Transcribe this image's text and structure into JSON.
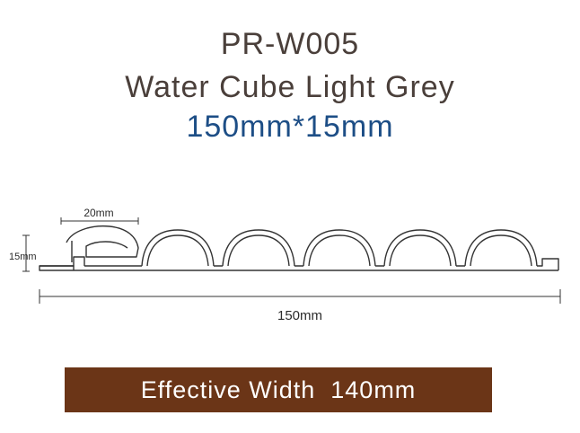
{
  "header": {
    "product_code": "PR-W005",
    "product_name": "Water Cube Light Grey",
    "dimensions": "150mm*15mm"
  },
  "diagram": {
    "width_label": "150mm",
    "height_label": "15mm",
    "groove_label": "20mm",
    "groove_count": 6
  },
  "banner": {
    "text": "Effective Width  140mm"
  },
  "colors": {
    "title": "#4a3f3a",
    "dimensions": "#1d4e86",
    "banner_bg": "#6b3517",
    "banner_text": "#ffffff"
  }
}
